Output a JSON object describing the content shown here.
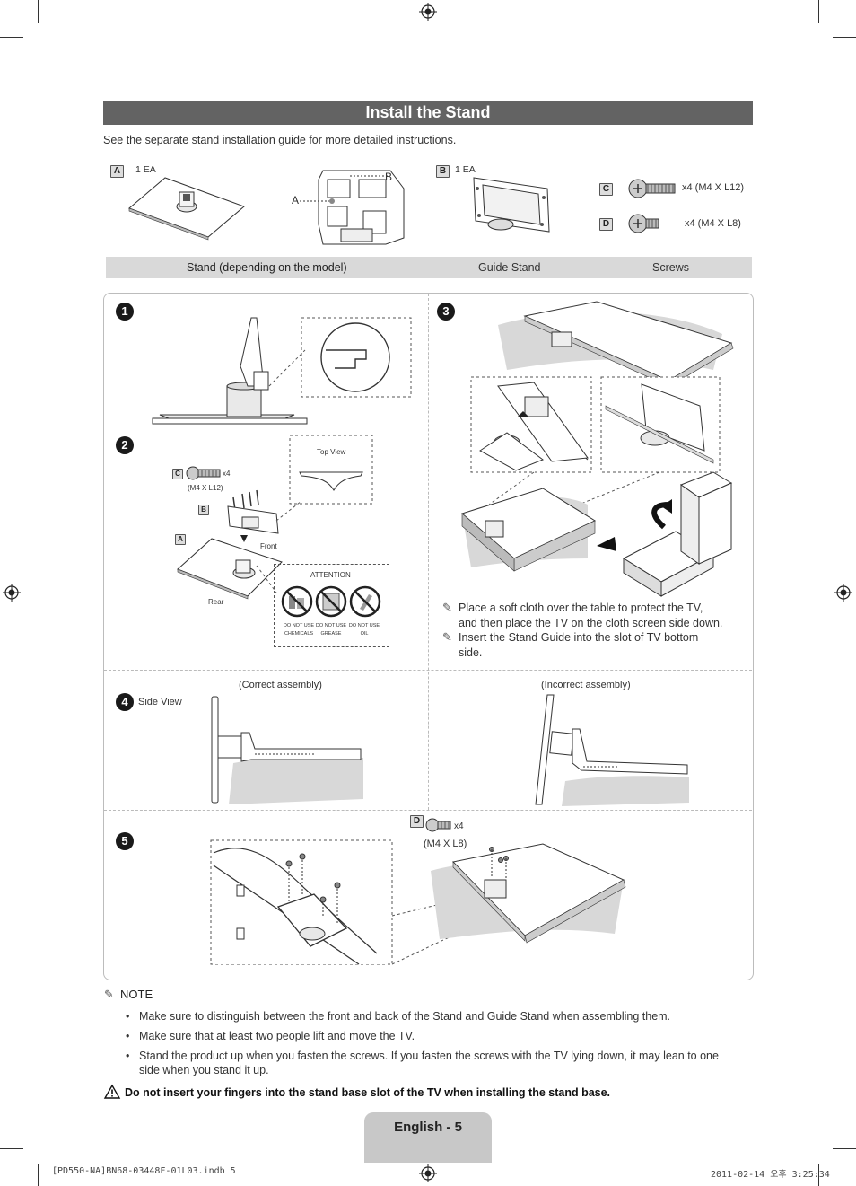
{
  "header": {
    "title": "Install the Stand"
  },
  "intro": "See the separate stand installation guide for more detailed instructions.",
  "components": {
    "stand_badge": "A",
    "stand_qty": "1 EA",
    "guide_badge": "B",
    "guide_qty": "1 EA",
    "callout_a": "A",
    "callout_b": "B",
    "screw_c_badge": "C",
    "screw_c_spec": "x4 (M4 X L12)",
    "screw_d_badge": "D",
    "screw_d_spec": "x4 (M4 X L8)",
    "labels": [
      "Stand (depending on the model)",
      "Guide Stand",
      "Screws"
    ]
  },
  "steps": {
    "s1": "1",
    "s2": {
      "num": "2",
      "badge_c": "C",
      "qty": "x4",
      "spec": "(M4 X L12)",
      "badge_b": "B",
      "badge_a": "A",
      "top_view": "Top View",
      "front": "Front",
      "rear": "Rear",
      "attention": "ATTENTION",
      "warnings": [
        [
          "DO NOT USE",
          "CHEMICALS"
        ],
        [
          "DO NOT USE",
          "GREASE"
        ],
        [
          "DO NOT USE",
          "OIL"
        ]
      ]
    },
    "s3": {
      "num": "3",
      "instructions": [
        [
          "Place a soft cloth over the table to protect the TV,",
          "and then place the TV on the cloth screen side down."
        ],
        [
          "Insert the Stand Guide into the slot of TV bottom",
          "side."
        ]
      ]
    },
    "s4": {
      "num": "4",
      "side_view": "Side View",
      "correct": "(Correct assembly)",
      "incorrect": "(Incorrect assembly)"
    },
    "s5": {
      "num": "5",
      "badge_d": "D",
      "qty": "x4",
      "spec": "(M4 X L8)"
    }
  },
  "note": {
    "heading": "NOTE",
    "bullet_symbol": "•",
    "items": [
      [
        "Make sure to distinguish between the front and back of the Stand and Guide Stand when assembling them."
      ],
      [
        "Make sure that at least two people lift and move the TV."
      ],
      [
        "Stand the product up when you fasten the screws. If you fasten the screws with the TV lying down, it may lean to one",
        "side when you stand it up."
      ]
    ]
  },
  "warning": "Do not insert your fingers into the stand base slot of the TV when installing the stand base.",
  "page_label": "English - 5",
  "footer": {
    "left": "[PD550-NA]BN68-03448F-01L03.indb   5",
    "right": "2011-02-14   오후 3:25:34"
  },
  "colors": {
    "title_bg": "#636363",
    "component_bar": "#d9d9d9",
    "page_tab": "#c8c8c8",
    "shadow": "#d8d8d8"
  },
  "icons": {
    "registration": "registration-mark-icon",
    "pencil": "pencil-note-icon",
    "warning": "warning-triangle-icon",
    "prohibited": "prohibited-icon"
  }
}
